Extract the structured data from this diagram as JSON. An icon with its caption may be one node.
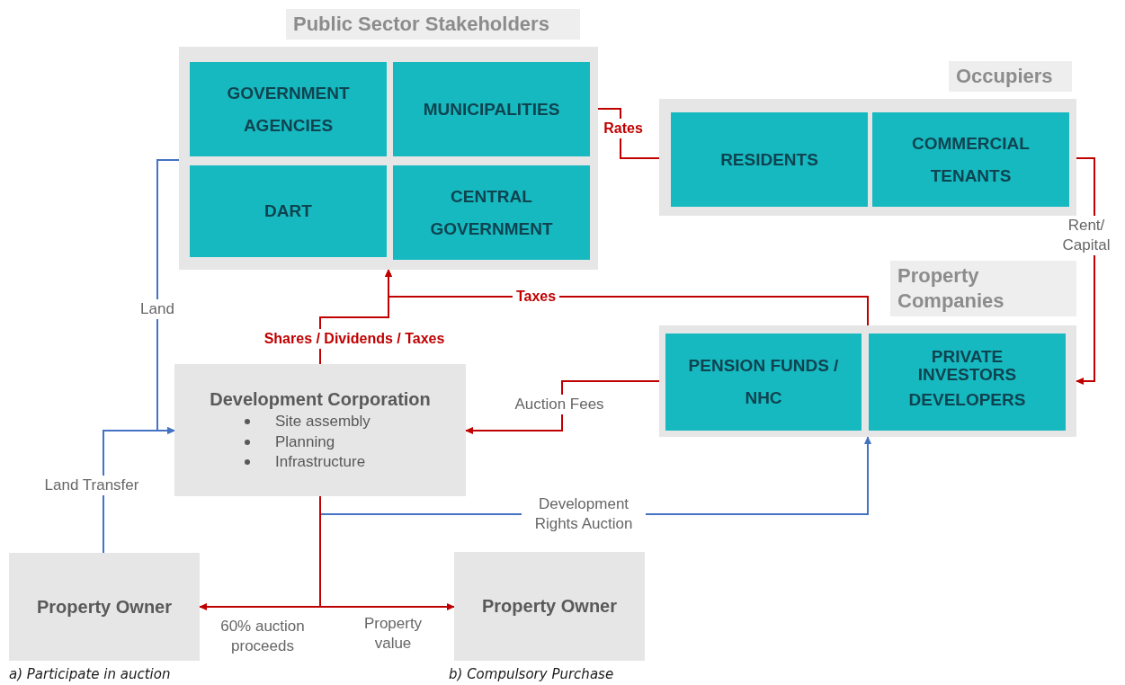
{
  "diagram": {
    "nodes": [
      {
        "text": [
          "Public Sector Stakeholders"
        ]
      },
      {
        "text": [
          "GOVERNMENT AGENCIES"
        ],
        "in": 0
      },
      {
        "text": [
          "MUNICIPALITIES"
        ],
        "in": 0
      },
      {
        "text": [
          "DART"
        ],
        "in": 0
      },
      {
        "text": [
          "CENTRAL GOVERNMENT"
        ],
        "in": 0
      },
      {
        "text": [
          "Occupiers"
        ]
      },
      {
        "text": [
          "RESIDENTS"
        ],
        "in": 5
      },
      {
        "text": [
          "COMMERCIAL TENANTS"
        ],
        "in": 5
      },
      {
        "text": [
          "Property Companies"
        ]
      },
      {
        "text": [
          "PENSION FUNDS / NHC"
        ],
        "in": 8
      },
      {
        "text": [
          "PRIVATE INVESTORS",
          "DEVELOPERS"
        ],
        "in": 8
      },
      {
        "text": [
          "Development Corporation",
          "Site assembly",
          "Planning",
          "Infrastructure"
        ]
      },
      {
        "text": [
          "Property Owner"
        ],
        "beside": [
          "a) Participate in auction"
        ]
      },
      {
        "text": [
          "Property Owner"
        ],
        "beside": [
          "b) Compulsory Purchase"
        ]
      }
    ],
    "edges": [
      {
        "from": 2,
        "to": 5,
        "arrow": "none",
        "label": "Rates"
      },
      {
        "from": 7,
        "to": 8,
        "arrow": "to",
        "label": "Rent/ Capital"
      },
      {
        "from": 8,
        "to": 0,
        "arrow": "to",
        "label": "Taxes"
      },
      {
        "from": 11,
        "to": 0,
        "arrow": "to",
        "label": "Shares / Dividends / Taxes"
      },
      {
        "from": 8,
        "to": 11,
        "arrow": "to",
        "label": "Auction Fees"
      },
      {
        "from": 0,
        "to": 11,
        "arrow": "to",
        "label": "Land",
        "color": "#4472c4"
      },
      {
        "from": 12,
        "to": 11,
        "arrow": "to",
        "label": "Land Transfer",
        "color": "#4472c4"
      },
      {
        "from": 11,
        "to": 8,
        "arrow": "to",
        "label": "Development Rights Auction",
        "color": "#4472c4"
      },
      {
        "from": 11,
        "to": 12,
        "arrow": "to",
        "label": "60% auction proceeds"
      },
      {
        "from": 11,
        "to": 13,
        "arrow": "to",
        "label": "Property value"
      }
    ]
  }
}
